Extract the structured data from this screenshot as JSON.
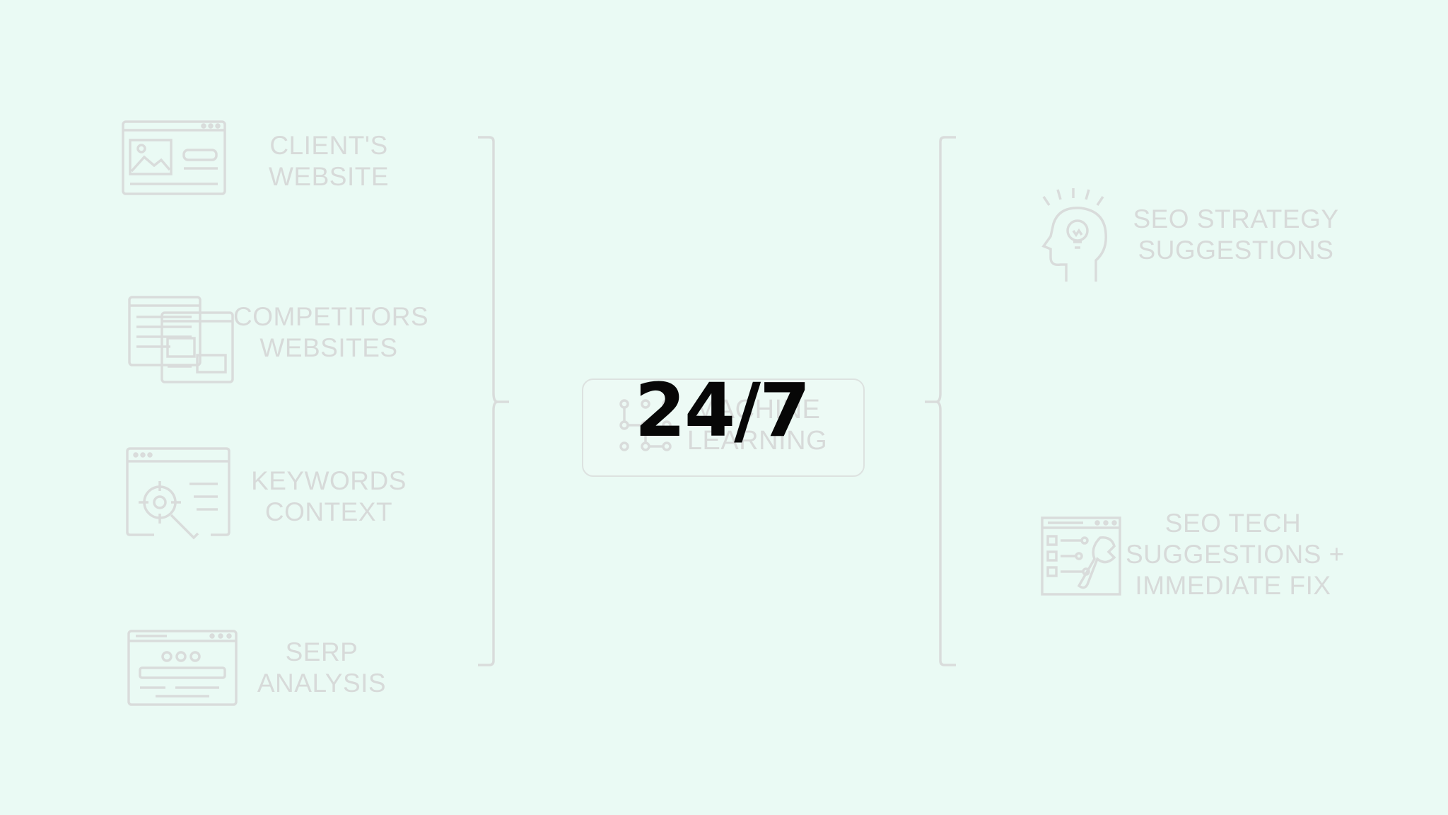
{
  "left_items": [
    {
      "line1": "CLIENT'S",
      "line2": "WEBSITE"
    },
    {
      "line1": "COMPETITORS",
      "line2": "WEBSITES"
    },
    {
      "line1": "KEYWORDS",
      "line2": "CONTEXT"
    },
    {
      "line1": "SERP",
      "line2": "ANALYSIS"
    }
  ],
  "center": {
    "badge_line1": "MACHINE",
    "badge_line2": "LEARNING",
    "overlay_text": "24/7"
  },
  "right_items": [
    {
      "line1": "SEO STRATEGY",
      "line2": "SUGGESTIONS"
    },
    {
      "line1": "SEO TECH",
      "line2": "SUGGESTIONS +",
      "line3": "IMMEDIATE FIX"
    }
  ],
  "icons": {
    "client_website": "browser-window-icon",
    "competitors": "stacked-windows-icon",
    "keywords": "target-search-icon",
    "serp": "search-results-icon",
    "machine_learning": "network-nodes-icon",
    "strategy": "head-lightbulb-icon",
    "tech": "wrench-checklist-icon"
  },
  "colors": {
    "background": "#eafaf4",
    "faded": "#d7dad9",
    "overlay": "#070707"
  }
}
